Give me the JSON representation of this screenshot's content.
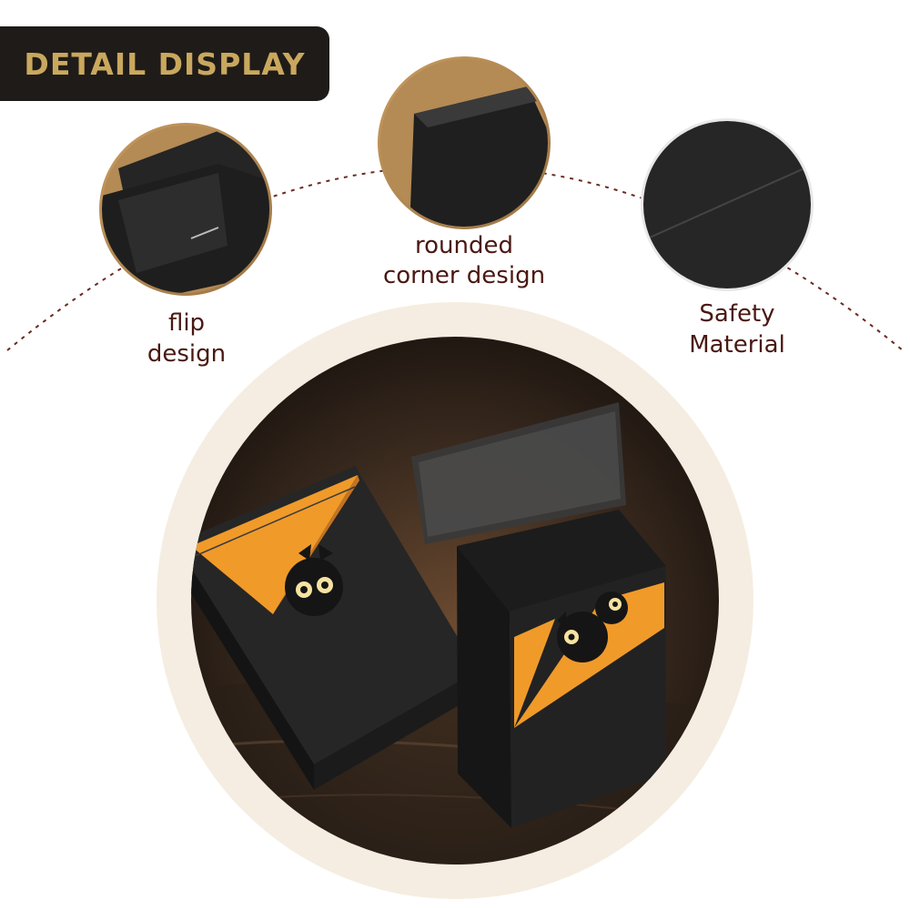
{
  "header": {
    "title": "DETAIL DISPLAY"
  },
  "features": [
    {
      "line1": "flip",
      "line2": "design"
    },
    {
      "line1": "rounded",
      "line2": "corner design"
    },
    {
      "line1": "Safety",
      "line2": "Material"
    }
  ],
  "colors": {
    "title_bg": "#1f1b18",
    "title_text": "#c9a85e",
    "label_text": "#4a1812",
    "accent_orange": "#f09a2a",
    "case_black": "#232323",
    "halo": "#f5ede1"
  }
}
